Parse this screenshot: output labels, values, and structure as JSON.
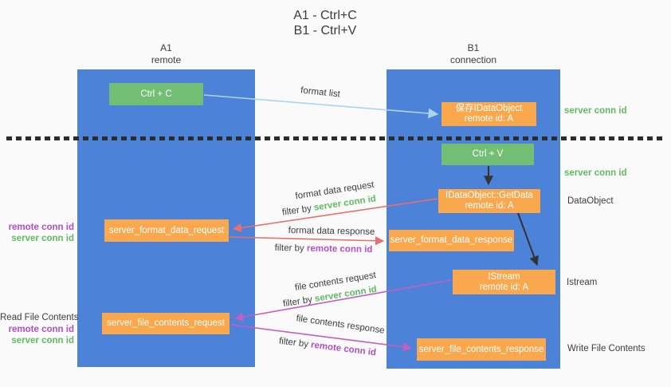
{
  "title": {
    "line1": "A1 - Ctrl+C",
    "line2": "B1 - Ctrl+V"
  },
  "columns": {
    "a1": {
      "name": "A1",
      "subtitle": "remote"
    },
    "b1": {
      "name": "B1",
      "subtitle": "connection"
    }
  },
  "nodes": {
    "ctrl_c": {
      "label": "Ctrl + C"
    },
    "save_idataobject": {
      "line1": "保存IDataObject",
      "line2": "remote id: A"
    },
    "ctrl_v": {
      "label": "Ctrl + V"
    },
    "getdata": {
      "line1": "IDataObject::GetData",
      "line2": "remote id: A"
    },
    "format_request": {
      "label": "server_format_data_request"
    },
    "format_response": {
      "label": "server_format_data_response"
    },
    "istream": {
      "line1": "IStream",
      "line2": "remote id: A"
    },
    "file_request": {
      "label": "server_file_contents_request"
    },
    "file_response": {
      "label": "server_file_contents_response"
    }
  },
  "flow_labels": {
    "format_list": "format list",
    "format_data_request": "format data request",
    "format_data_response": "format data response",
    "file_contents_request": "file contents request",
    "file_contents_response": "file contents response",
    "filter_by": "filter by",
    "server_conn_id": "server conn id",
    "remote_conn_id": "remote conn id"
  },
  "side_labels": {
    "right_server_conn_id_top": "server conn id",
    "right_server_conn_id_mid": "server conn id",
    "right_dataobject": "DataObject",
    "right_istream": "Istream",
    "right_write_file_contents": "Write File Contents",
    "left_remote_conn_id_1": "remote conn id",
    "left_server_conn_id_1": "server conn id",
    "left_read_file_contents": "Read File Contents",
    "left_remote_conn_id_2": "remote conn id",
    "left_server_conn_id_2": "server conn id"
  },
  "colors": {
    "background": "#fafafa",
    "column_blue": "#4d82d9",
    "box_green": "#71be74",
    "box_orange": "#f9a84e",
    "text_green": "#5fbb62",
    "text_purple": "#b150c5",
    "arrow_salmon": "#e8716b",
    "arrow_magenta": "#c25fc0",
    "arrow_light_blue": "#aad4f0",
    "arrow_black": "#333333",
    "text_dark": "#3d3d3d"
  }
}
